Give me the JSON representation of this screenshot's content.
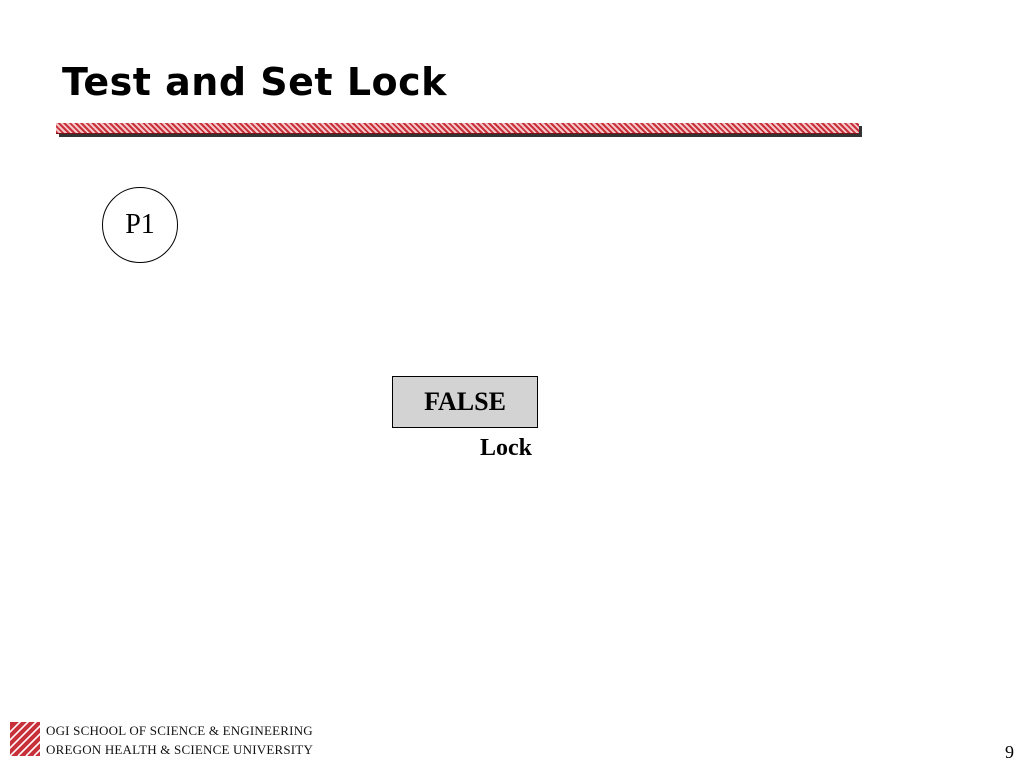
{
  "slide": {
    "title": "Test and Set Lock",
    "accent_color": "#c8303a"
  },
  "diagram": {
    "process_label": "P1",
    "lock_value": "FALSE",
    "lock_caption": "Lock",
    "lock_fill": "#d3d3d3"
  },
  "footer": {
    "logo_icon": "ogi-stripes-logo-icon",
    "line1": "OGI SCHOOL OF SCIENCE & ENGINEERING",
    "line2": "OREGON HEALTH & SCIENCE UNIVERSITY",
    "page_number": "9"
  }
}
